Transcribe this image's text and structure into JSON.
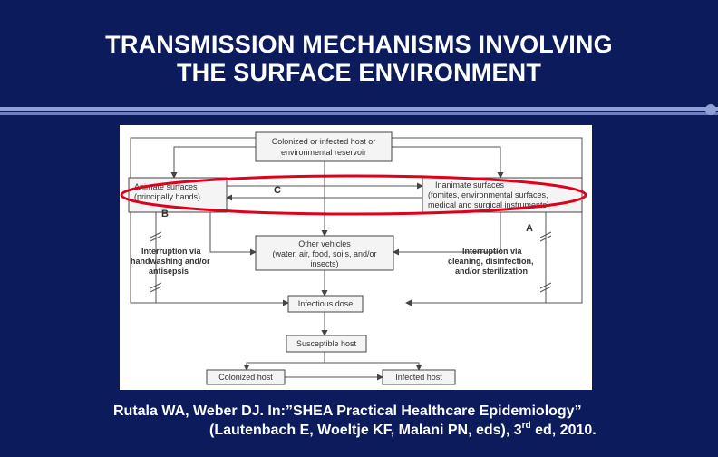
{
  "title": {
    "line1": "TRANSMISSION MECHANISMS INVOLVING",
    "line2": "THE SURFACE ENVIRONMENT"
  },
  "diagram": {
    "nodes": {
      "reservoir": {
        "line1": "Colonized or infected host or",
        "line2": "environmental reservoir"
      },
      "animate": {
        "line1": "Animate surfaces",
        "line2": "(principally hands)"
      },
      "inanimate": {
        "line1": "Inanimate surfaces",
        "line2": "(fomites, environmental surfaces,",
        "line3": "medical and surgical instruments)"
      },
      "vehicles": {
        "line1": "Other vehicles",
        "line2": "(water, air, food, soils, and/or",
        "line3": "insects)"
      },
      "dose": "Infectious dose",
      "susceptible": "Susceptible host",
      "colonized": "Colonized host",
      "infected": "Infected host"
    },
    "labels": {
      "a": "A",
      "b": "B",
      "c": "C",
      "interruption_left": {
        "line1": "Interruption via",
        "line2": "handwashing and/or",
        "line3": "antisepsis"
      },
      "interruption_right": {
        "line1": "Interruption via",
        "line2": "cleaning, disinfection,",
        "line3": "and/or sterilization"
      }
    },
    "highlight_color": "#e0001b"
  },
  "citation": {
    "line1": "Rutala WA, Weber DJ.  In:”SHEA Practical Healthcare Epidemiology”",
    "line2_pre": "(Lautenbach E, Woeltje KF, Malani PN, eds), 3",
    "line2_sup": "rd",
    "line2_post": " ed, 2010."
  },
  "colors": {
    "background": "#0b1b5c",
    "text": "#ffffff",
    "rule": "#8fa0d8"
  }
}
